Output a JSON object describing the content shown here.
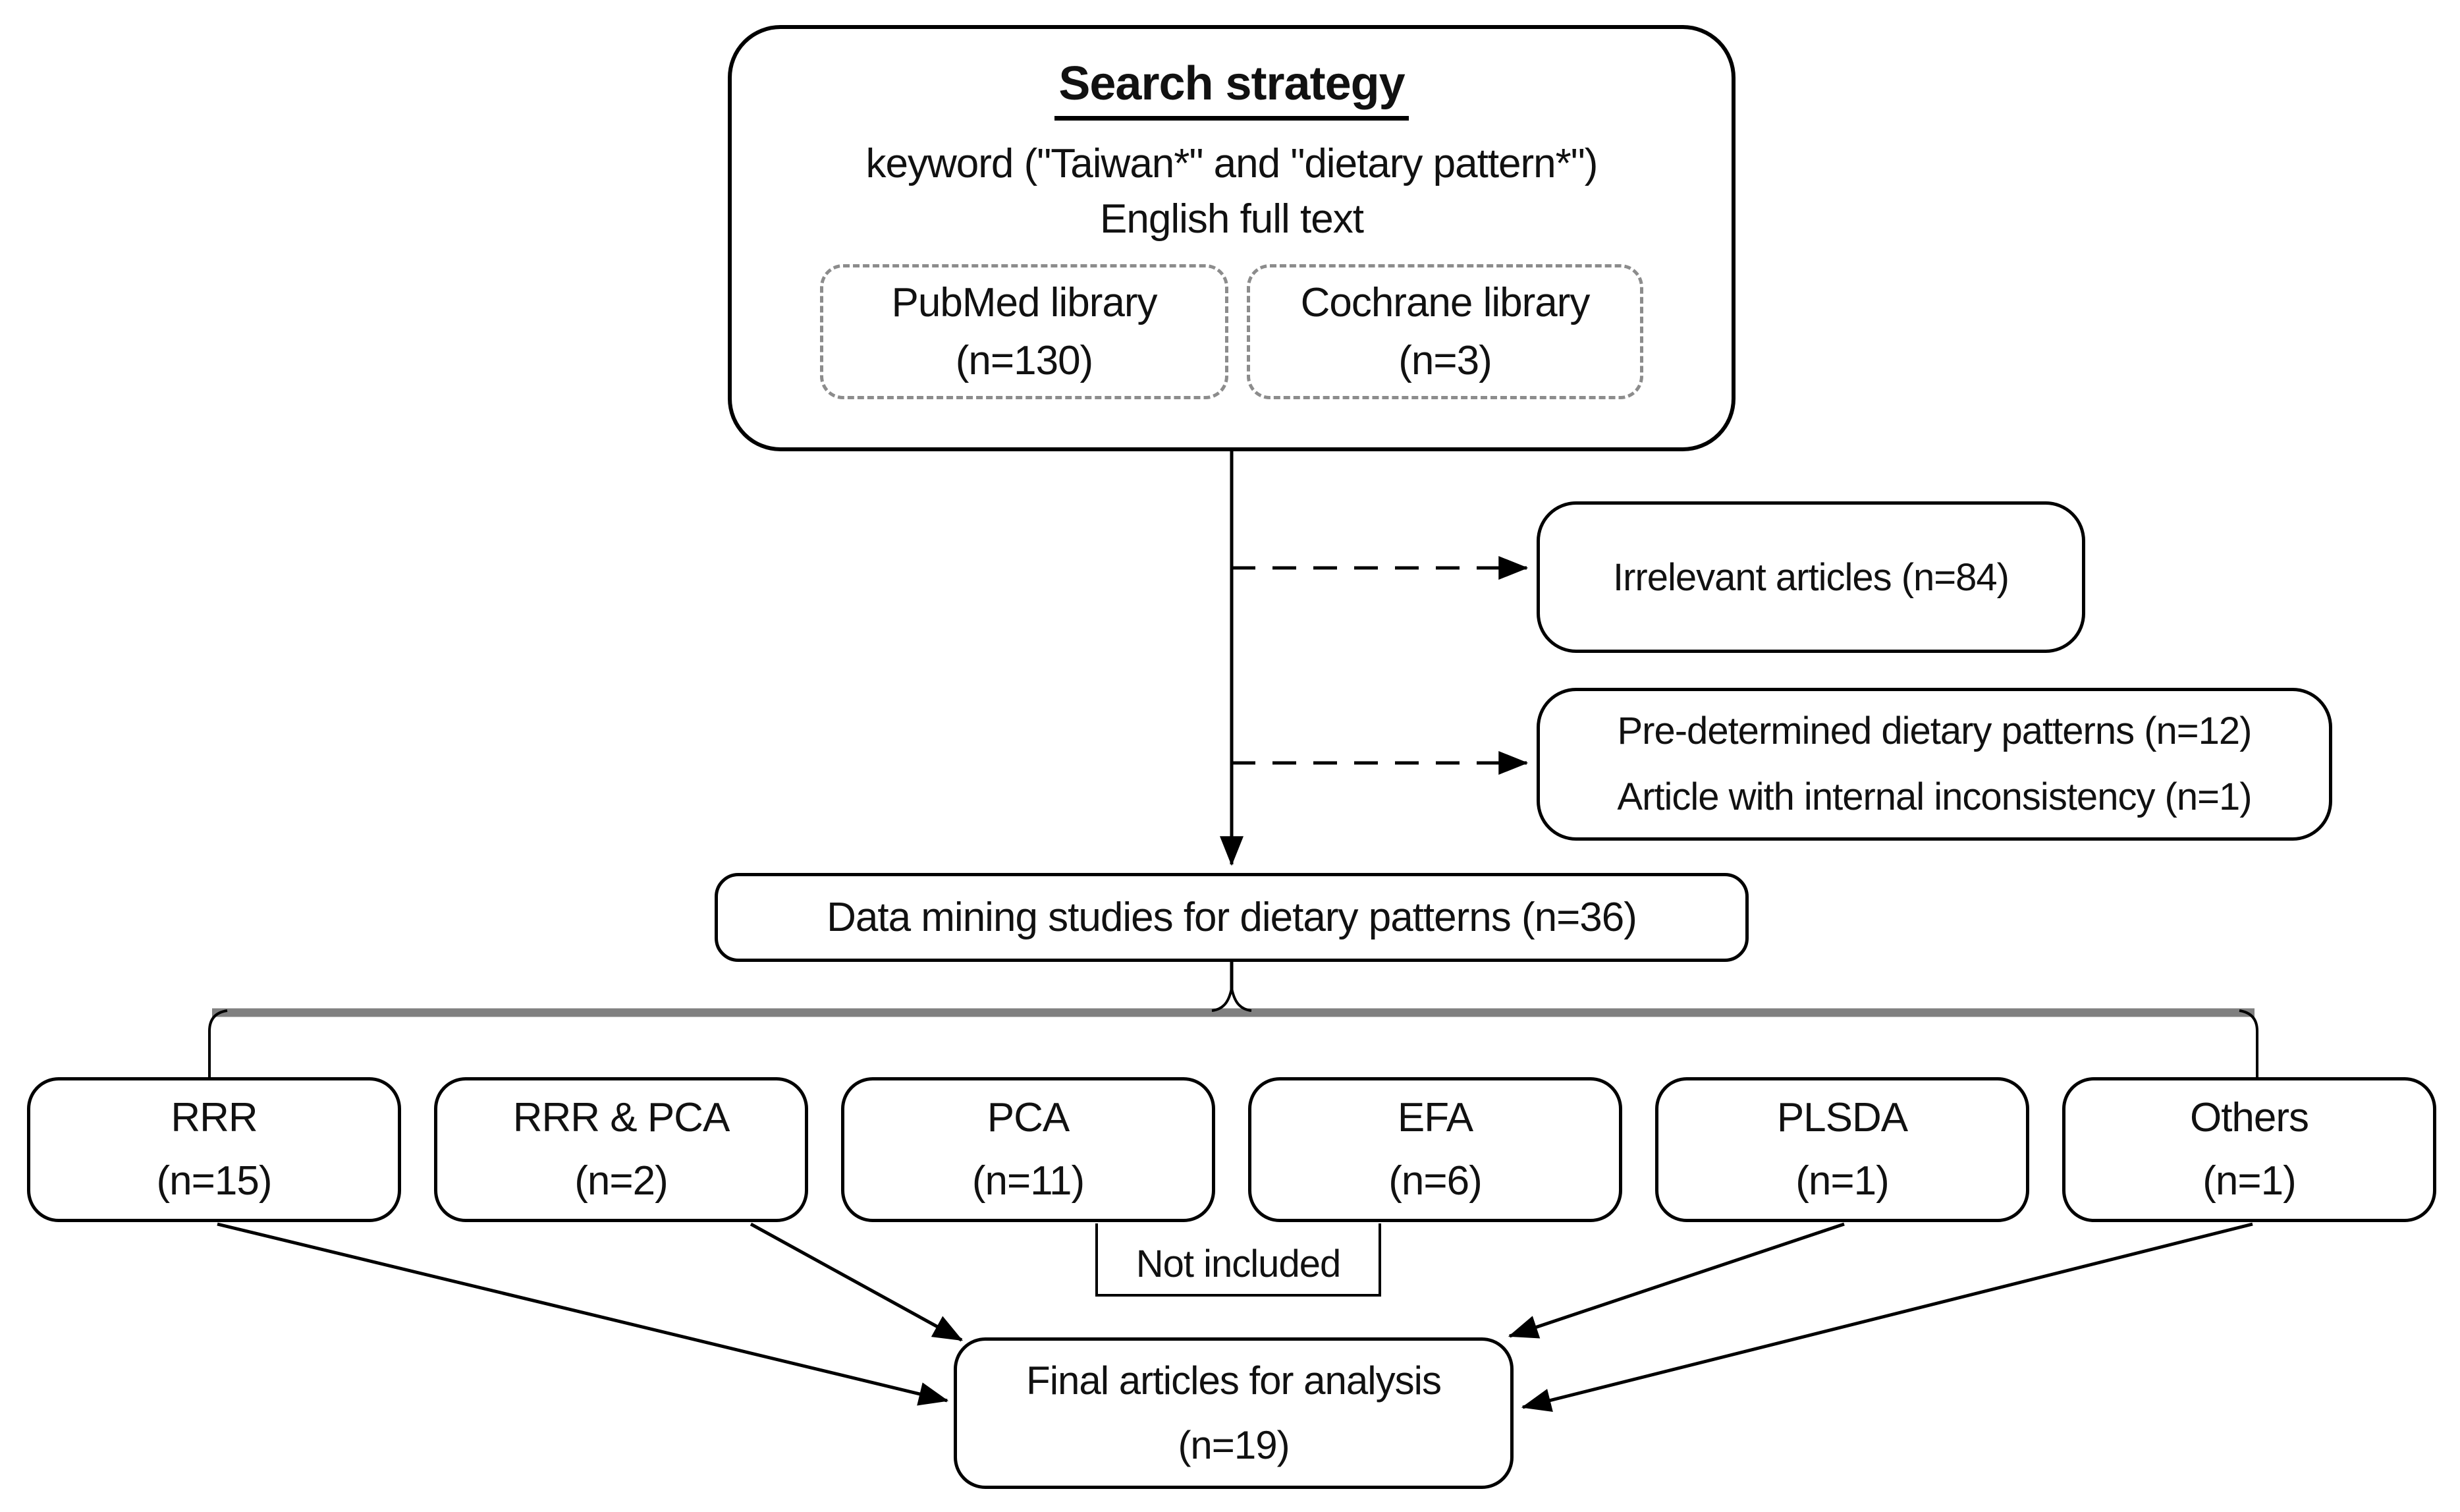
{
  "diagram": {
    "search": {
      "heading": "Search strategy",
      "keyword_line": "keyword (\"Taiwan*\" and \"dietary pattern*\")",
      "fulltext_line": "English full text",
      "sources": [
        {
          "label": "PubMed library",
          "count": "(n=130)"
        },
        {
          "label": "Cochrane library",
          "count": "(n=3)"
        }
      ]
    },
    "exclusions": {
      "irrelevant": "Irrelevant articles (n=84)",
      "predetermined_line1": "Pre-determined dietary patterns (n=12)",
      "predetermined_line2": "Article with internal inconsistency (n=1)"
    },
    "pooled_label": "Data mining studies for dietary patterns (n=36)",
    "methods": [
      {
        "label": "RRR",
        "count": "(n=15)"
      },
      {
        "label": "RRR & PCA",
        "count": "(n=2)"
      },
      {
        "label": "PCA",
        "count": "(n=11)"
      },
      {
        "label": "EFA",
        "count": "(n=6)"
      },
      {
        "label": "PLSDA",
        "count": "(n=1)"
      },
      {
        "label": "Others",
        "count": "(n=1)"
      }
    ],
    "not_included_label": "Not included",
    "final": {
      "line1": "Final articles for analysis",
      "line2": "(n=19)"
    }
  },
  "colors": {
    "stroke": "#000000",
    "text": "#111111",
    "distribution_bar": "#808080",
    "dashed_source_border": "#8c8c8c",
    "background": "#ffffff"
  }
}
